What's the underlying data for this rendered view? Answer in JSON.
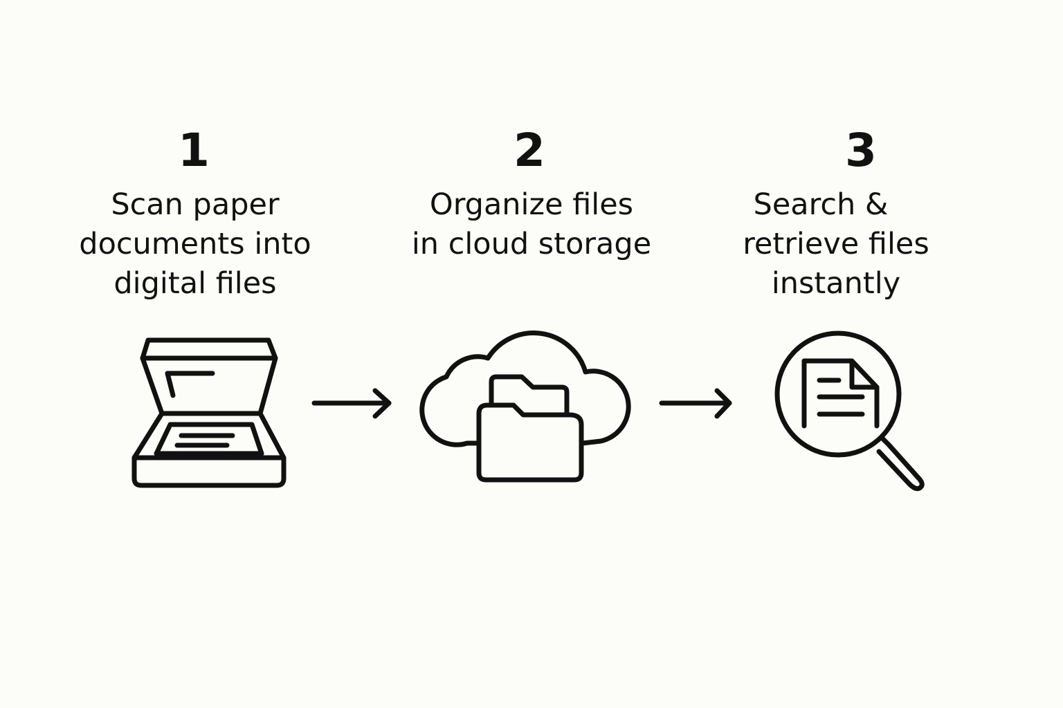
{
  "colors": {
    "background": "#fcfcf8",
    "ink": "#111111"
  },
  "steps": [
    {
      "number": "1",
      "lines": [
        "Scan paper",
        "documents into",
        "digital files"
      ],
      "icon": "scanner-icon"
    },
    {
      "number": "2",
      "lines": [
        "Organize files",
        "in cloud storage"
      ],
      "icon": "cloud-folder-icon"
    },
    {
      "number": "3",
      "lines": [
        "Search &",
        "retrieve files",
        "instantly"
      ],
      "icon": "document-search-icon"
    }
  ],
  "connectors": [
    "arrow-right-icon",
    "arrow-right-icon"
  ]
}
